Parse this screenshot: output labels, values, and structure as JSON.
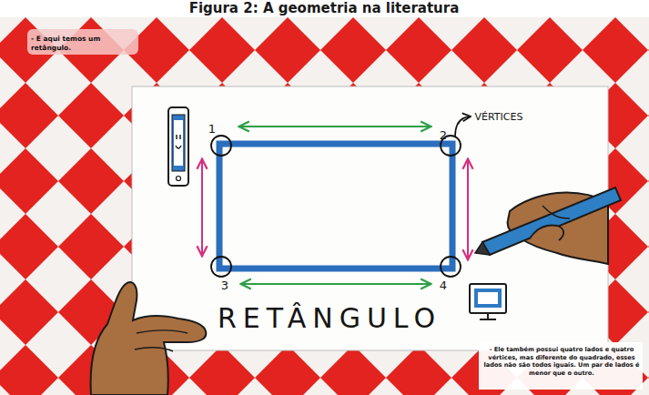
{
  "diagram": {
    "title": "Figura 2: A geometria na literatura",
    "nodes": [
      {
        "text": [
          "- E aqui temos um retângulo."
        ]
      },
      {
        "text": [
          "- Ele também possui quatro lados e quatro vértices, mas diferente do quadrado, esses lados não são todos iguais. Um par de lados é menor que o outro."
        ]
      }
    ],
    "labels": [
      "1",
      "2",
      "VÉRTICES",
      "3",
      "4",
      "RETÂNGULO"
    ]
  }
}
